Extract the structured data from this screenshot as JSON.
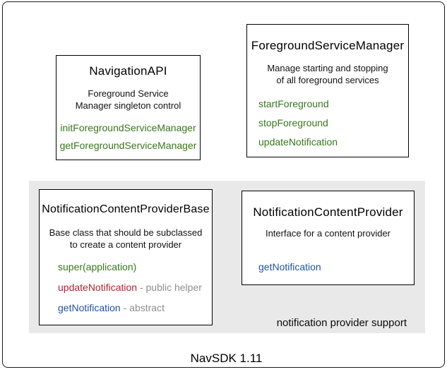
{
  "colors": {
    "green": "#38761d",
    "red": "#b02330",
    "blue": "#2053a4",
    "gray_text": "#8e8e8e",
    "region_bg": "#e9e9e9"
  },
  "navigation_api": {
    "title": "NavigationAPI",
    "description_line1": "Foreground Service",
    "description_line2": "Manager singleton control",
    "methods": [
      {
        "name": "initForegroundServiceManager"
      },
      {
        "name": "getForegroundServiceManager"
      }
    ]
  },
  "foreground_service_manager": {
    "title": "ForegroundServiceManager",
    "description_line1": "Manage starting and stopping",
    "description_line2": "of all foreground services",
    "methods": [
      {
        "name": "startForeground"
      },
      {
        "name": "stopForeground"
      },
      {
        "name": "updateNotification"
      }
    ]
  },
  "notification_content_provider_base": {
    "title": "NotificationContentProviderBase",
    "description_line1": "Base class that should be subclassed",
    "description_line2": "to create a content provider",
    "methods": [
      {
        "name": "super(application)",
        "suffix": "",
        "color": "green"
      },
      {
        "name": "updateNotification",
        "suffix": " - public helper",
        "color": "red"
      },
      {
        "name": "getNotification",
        "suffix": " - abstract",
        "color": "blue"
      }
    ]
  },
  "notification_content_provider": {
    "title": "NotificationContentProvider",
    "description_line1": "Interface for a content provider",
    "methods": [
      {
        "name": "getNotification",
        "color": "blue"
      }
    ]
  },
  "gray_region": {
    "caption": "notification provider support"
  },
  "footer": {
    "label": "NavSDK 1.11"
  }
}
